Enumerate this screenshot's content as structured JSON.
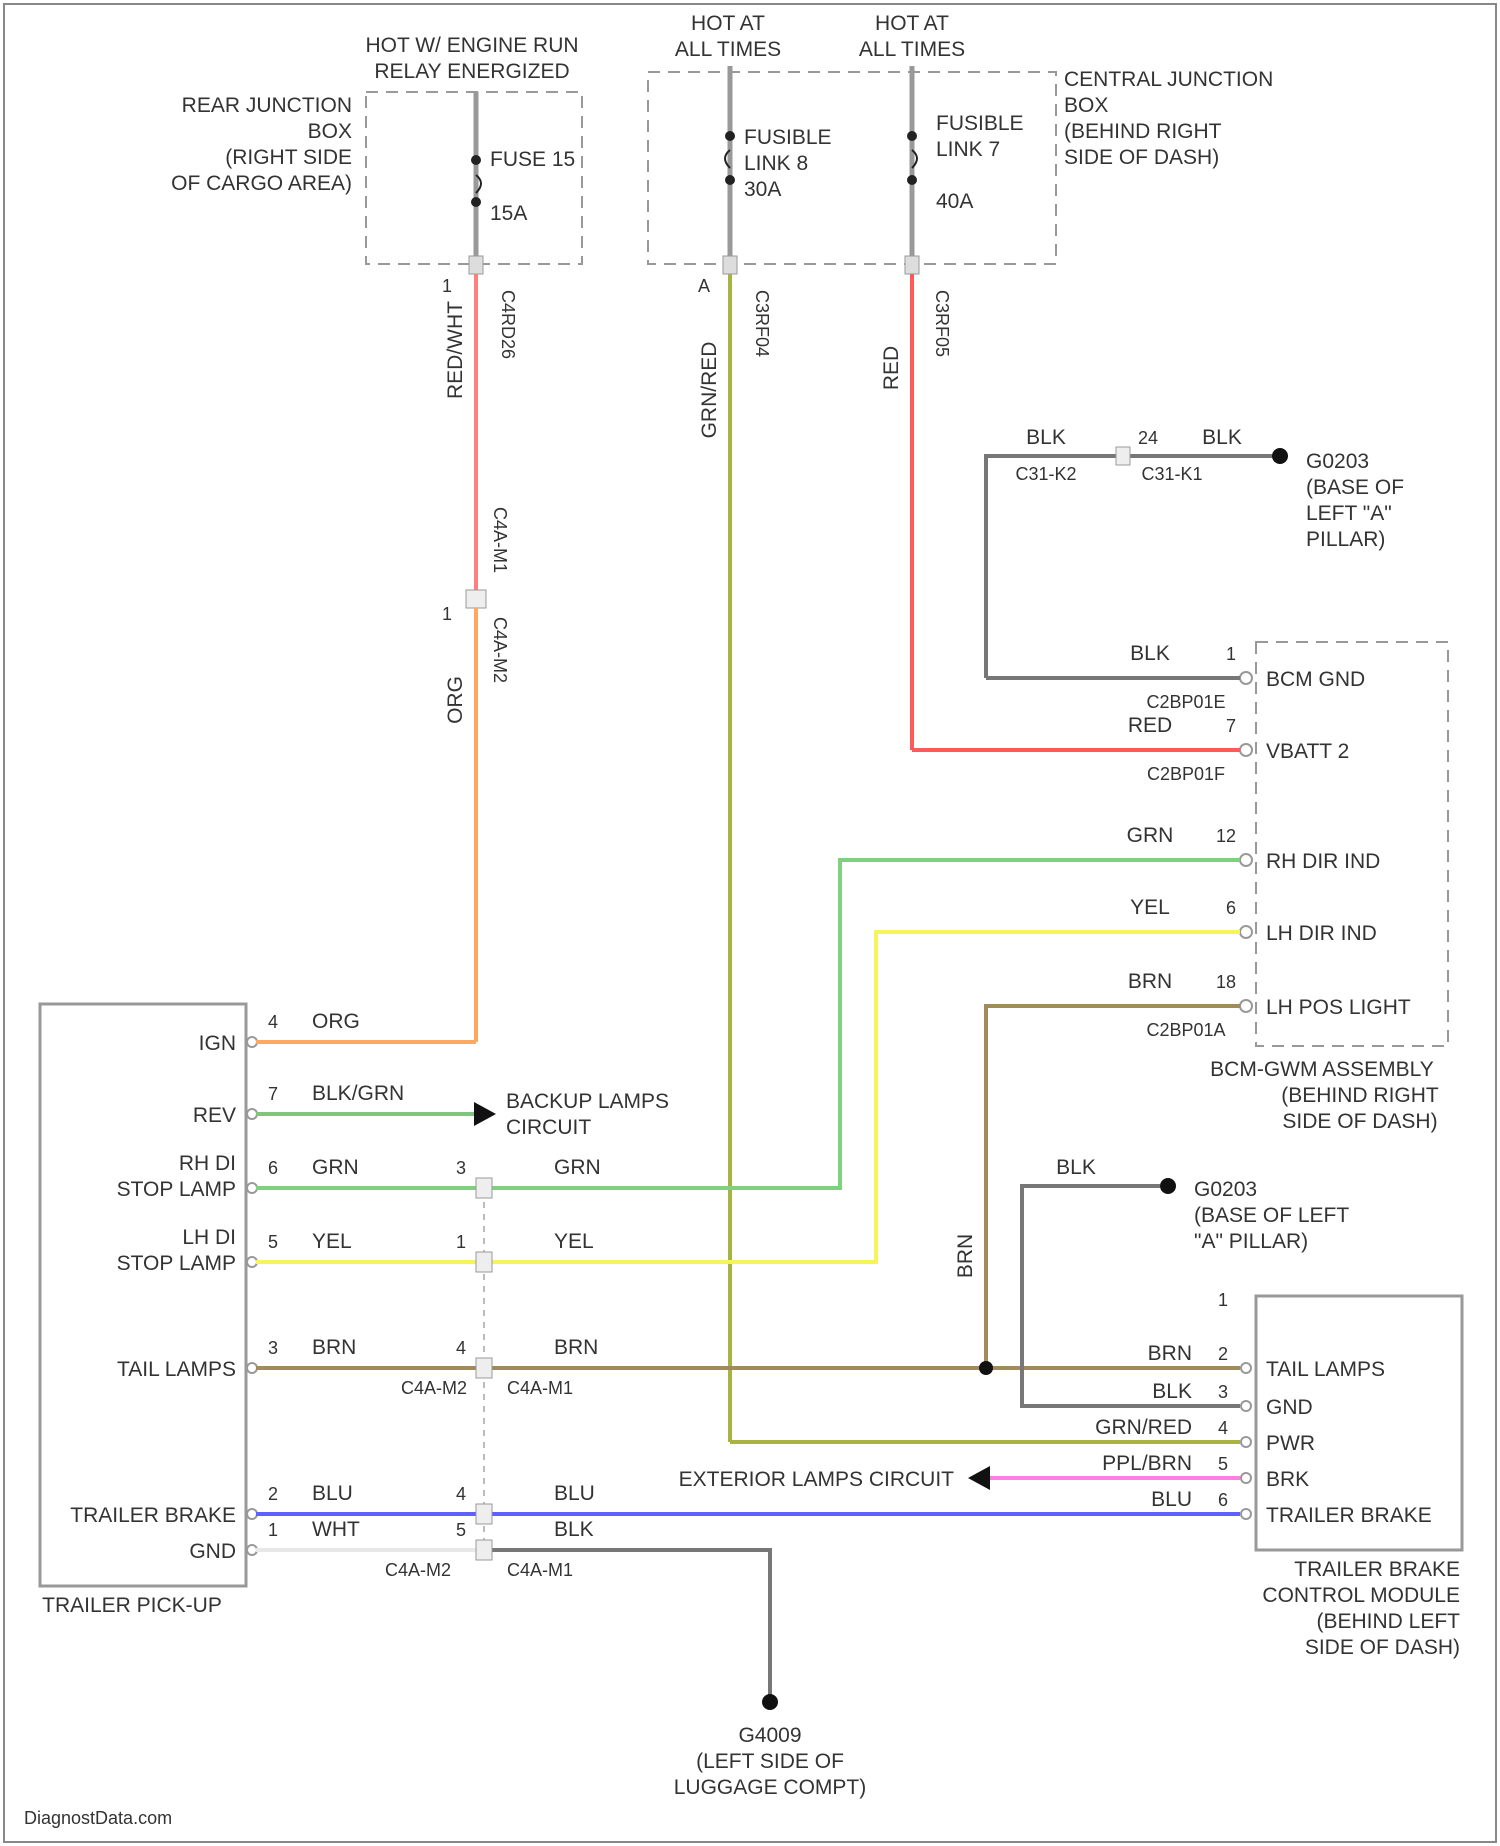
{
  "top_labels": {
    "rjb_hot": [
      "HOT W/ ENGINE RUN",
      "RELAY ENERGIZED"
    ],
    "hot_at_all_times_1": [
      "HOT AT",
      "ALL TIMES"
    ],
    "hot_at_all_times_2": [
      "HOT AT",
      "ALL TIMES"
    ]
  },
  "rear_junction_box": [
    "REAR JUNCTION",
    "BOX",
    "(RIGHT SIDE",
    "OF CARGO AREA)"
  ],
  "central_junction_box": [
    "CENTRAL JUNCTION",
    "BOX",
    "(BEHIND RIGHT",
    "SIDE OF DASH)"
  ],
  "fuse_15": [
    "FUSE 15",
    "15A"
  ],
  "fusible_link_8": [
    "FUSIBLE",
    "LINK 8",
    "30A"
  ],
  "fusible_link_7": [
    "FUSIBLE",
    "LINK 7",
    "40A"
  ],
  "connector_codes": {
    "rjb_pin": "1",
    "rjb_conn": "C4RD26",
    "fl8_pin": "A",
    "fl8_conn": "C3RF04",
    "fl7_conn": "C3RF05",
    "c4401": "C4A-M1",
    "c4402": "C4A-M2",
    "c4401_pin": "1"
  },
  "wire_colors_vertical": {
    "rjb_out": "RED/WHT",
    "rjb_lower": "ORG",
    "fl8_out": "GRN/RED",
    "fl7_out": "RED"
  },
  "ground_g0203": {
    "wire1": "BLK",
    "conn1": "C31-K2",
    "pin": "24",
    "wire2": "BLK",
    "conn2": "C31-K1",
    "name": [
      "G0203",
      "(BASE OF",
      "LEFT \"A\"",
      "PILLAR)"
    ]
  },
  "bcm": {
    "pins": [
      {
        "wire": "BLK",
        "pin": "1",
        "conn": "C2BP01E",
        "label": "BCM GND"
      },
      {
        "wire": "RED",
        "pin": "7",
        "conn": "C2BP01F",
        "label": "VBATT 2"
      },
      {
        "wire": "GRN",
        "pin": "12",
        "conn": "",
        "label": "RH DIR IND"
      },
      {
        "wire": "YEL",
        "pin": "6",
        "conn": "",
        "label": "LH DIR IND"
      },
      {
        "wire": "BRN",
        "pin": "18",
        "conn": "C2BP01A",
        "label": "LH POS LIGHT"
      }
    ],
    "name": [
      "BCM-GWM ASSEMBLY",
      "(BEHIND RIGHT",
      "SIDE OF DASH)"
    ]
  },
  "trailer_pickup": {
    "name": "TRAILER PICK-UP",
    "pins": [
      {
        "label": [
          "IGN"
        ],
        "pin": "4",
        "wire": "ORG"
      },
      {
        "label": [
          "REV"
        ],
        "pin": "7",
        "wire": "BLK/GRN"
      },
      {
        "label": [
          "RH DI",
          "STOP LAMP"
        ],
        "pin": "6",
        "wire": "GRN"
      },
      {
        "label": [
          "LH DI",
          "STOP LAMP"
        ],
        "pin": "5",
        "wire": "YEL"
      },
      {
        "label": [
          "TAIL LAMPS"
        ],
        "pin": "3",
        "wire": "BRN"
      },
      {
        "label": [
          "TRAILER BRAKE"
        ],
        "pin": "2",
        "wire": "BLU"
      },
      {
        "label": [
          "GND"
        ],
        "pin": "1",
        "wire": "WHT"
      }
    ]
  },
  "backup_lamps": [
    "BACKUP LAMPS",
    "CIRCUIT"
  ],
  "inline_connector": {
    "pins": {
      "grn": "3",
      "yel": "1",
      "brn": "4",
      "blu": "4",
      "wht": "5"
    },
    "far_wires": {
      "grn": "GRN",
      "yel": "YEL",
      "brn": "BRN",
      "blu": "BLU",
      "blk": "BLK"
    },
    "labels_mid": [
      "C4A-M2",
      "C4A-M1"
    ],
    "labels_bot": [
      "C4A-M2",
      "C4A-M1"
    ]
  },
  "ground_g0203_b": {
    "wire": "BLK",
    "name": [
      "G0203",
      "(BASE OF LEFT",
      "\"A\" PILLAR)"
    ]
  },
  "brn_vertical": "BRN",
  "tbcm": {
    "name": [
      "TRAILER BRAKE",
      "CONTROL MODULE",
      "(BEHIND LEFT",
      "SIDE OF DASH)"
    ],
    "pins": [
      {
        "wire": "",
        "pin": "1",
        "label": ""
      },
      {
        "wire": "BRN",
        "pin": "2",
        "label": "TAIL LAMPS"
      },
      {
        "wire": "BLK",
        "pin": "3",
        "label": "GND"
      },
      {
        "wire": "GRN/RED",
        "pin": "4",
        "label": "PWR"
      },
      {
        "wire": "PPL/BRN",
        "pin": "5",
        "label": "BRK"
      },
      {
        "wire": "BLU",
        "pin": "6",
        "label": "TRAILER BRAKE"
      }
    ]
  },
  "exterior_lamps": "EXTERIOR LAMPS CIRCUIT",
  "ground_g4009": [
    "G4009",
    "(LEFT SIDE OF",
    "LUGGAGE COMPT)"
  ],
  "watermark": "DiagnostData.com",
  "colors": {
    "red": "#ff7f7f",
    "red_solid": "#ff5a5a",
    "orange": "#ffa860",
    "grnred": "#a9b342",
    "green": "#7fd17f",
    "yellow": "#f5f55a",
    "brown": "#a08c5a",
    "blue": "#6060ff",
    "pink": "#ff7fe0",
    "gray": "#777777",
    "white": "#e8e8e8"
  }
}
